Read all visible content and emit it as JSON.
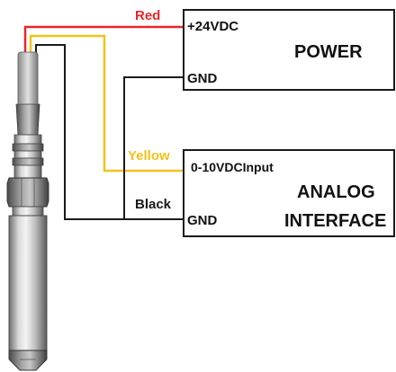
{
  "wires": {
    "red": {
      "label": "Red",
      "color": "#e8262a"
    },
    "yellow": {
      "label": "Yellow",
      "color": "#f2c21b"
    },
    "black": {
      "label": "Black",
      "color": "#1a1a1a"
    }
  },
  "power_box": {
    "terminal_top": "+24VDC",
    "terminal_bottom": "GND",
    "title": "POWER"
  },
  "analog_box": {
    "terminal_top": "0-10VDCInput",
    "terminal_bottom": "GND",
    "title_line1": "ANALOG",
    "title_line2": "INTERFACE"
  }
}
